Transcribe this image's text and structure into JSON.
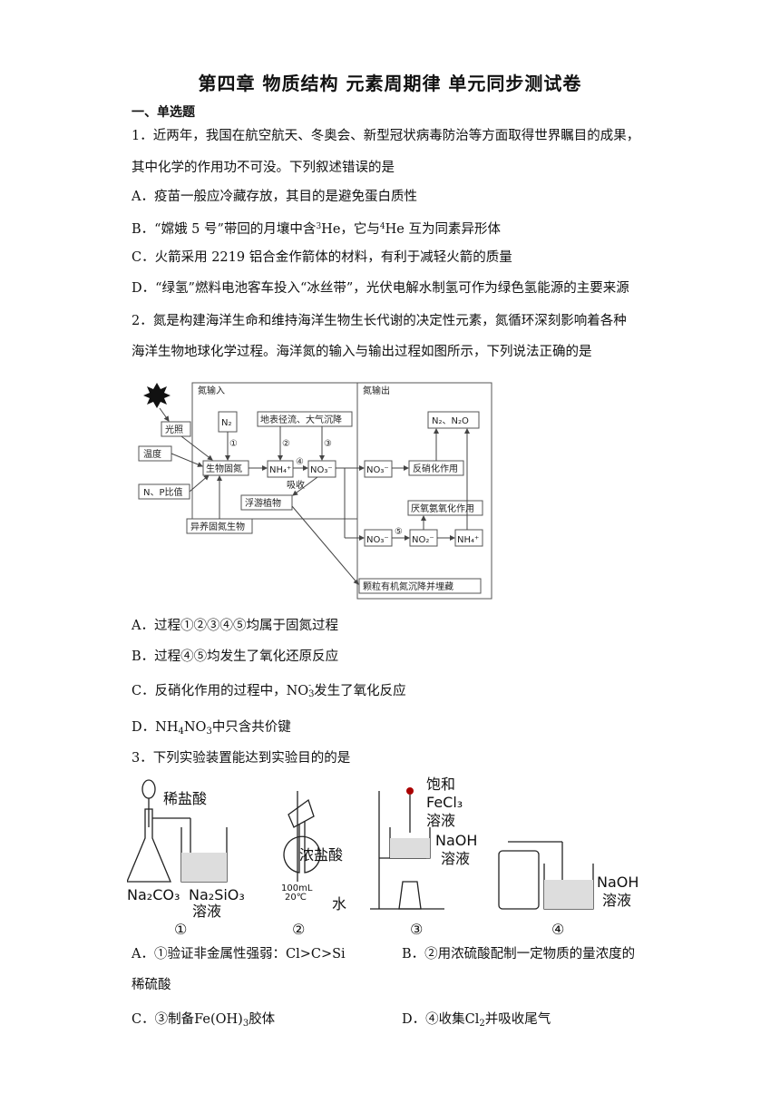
{
  "title": "第四章 物质结构 元素周期律 单元同步测试卷",
  "section": "一、单选题",
  "q1": {
    "stem1": "1．近两年，我国在航空航天、冬奥会、新型冠状病毒防治等方面取得世界瞩目的成果，",
    "stem2": "其中化学的作用功不可没。下列叙述错误的是",
    "a": "A．疫苗一般应冷藏存放，其目的是避免蛋白质性",
    "b_pre": "B．“嫦娥 5 号”带回的月壤中含",
    "b_sup1": "3",
    "b_mid": "He，它与",
    "b_sup2": "4",
    "b_post": "He 互为同素异形体",
    "c": "C．火箭采用 2219 铝合金作箭体的材料，有利于减轻火箭的质量",
    "d": "D．“绿氢”燃料电池客车投入“冰丝带”，光伏电解水制氢可作为绿色氢能源的主要来源"
  },
  "q2": {
    "stem1": "2．氮是构建海洋生命和维持海洋生物生长代谢的决定性元素，氮循环深刻影响着各种",
    "stem2": "海洋生物地球化学过程。海洋氮的输入与输出过程如图所示，下列说法正确的是",
    "diagram": {
      "input_label": "氮输入",
      "output_label": "氮输出",
      "light": "光照",
      "temp": "温度",
      "np_ratio": "N、P比值",
      "n2": "N₂",
      "runoff": "地表径流、大气沉降",
      "bio_fix": "生物固氮",
      "nh4": "NH₄⁺",
      "no3": "NO₃⁻",
      "plankton": "浮游植物",
      "absorb": "吸收",
      "hetero": "异养固氮生物",
      "n2_n2o": "N₂、N₂O",
      "no3_out": "NO₃⁻",
      "denitrify": "反硝化作用",
      "anammox": "厌氧氨氧化作用",
      "no3_b": "NO₃⁻",
      "no2_b": "NO₂⁻",
      "nh4_b": "NH₄⁺",
      "particle": "颗粒有机氮沉降并埋藏",
      "c1": "①",
      "c2": "②",
      "c3": "③",
      "c4": "④",
      "c5": "⑤"
    },
    "a": "A．过程①②③④⑤均属于固氮过程",
    "b": "B．过程④⑤均发生了氧化还原反应",
    "c_pre": "C．反硝化作用的过程中，",
    "c_chem": "NO",
    "c_sub": "3",
    "c_sup": "-",
    "c_post": "发生了氧化反应",
    "d_pre": "D．",
    "d_chem1": "NH",
    "d_sub1": "4",
    "d_chem2": "NO",
    "d_sub2": "3",
    "d_post": "中只含共价键"
  },
  "q3": {
    "stem": "3．下列实验装置能达到实验目的的是",
    "labels": {
      "hcl_dilute": "稀盐酸",
      "na2co3": "Na₂CO₃",
      "na2sio3": "Na₂SiO₃",
      "solution1": "溶液",
      "conc_hcl": "浓盐酸",
      "flask": "100mL",
      "temp20": "20℃",
      "water": "水",
      "sat": "饱和",
      "fecl3": "FeCl₃",
      "solution2": "溶液",
      "naoh": "NaOH",
      "solution3": "溶液",
      "naoh2": "NaOH",
      "solution4": "溶液",
      "n1": "①",
      "n2": "②",
      "n3": "③",
      "n4": "④"
    },
    "a": "A．①验证非金属性强弱：Cl>C>Si",
    "b1": "B．②用浓硫酸配制一定物质的量浓度的",
    "b2": "稀硫酸",
    "c_pre": "C．③制备",
    "c_chem": "Fe(OH)",
    "c_sub": "3",
    "c_post": "胶体",
    "d_pre": "D．④收集",
    "d_chem": "Cl",
    "d_sub": "2",
    "d_post": "并吸收尾气"
  }
}
